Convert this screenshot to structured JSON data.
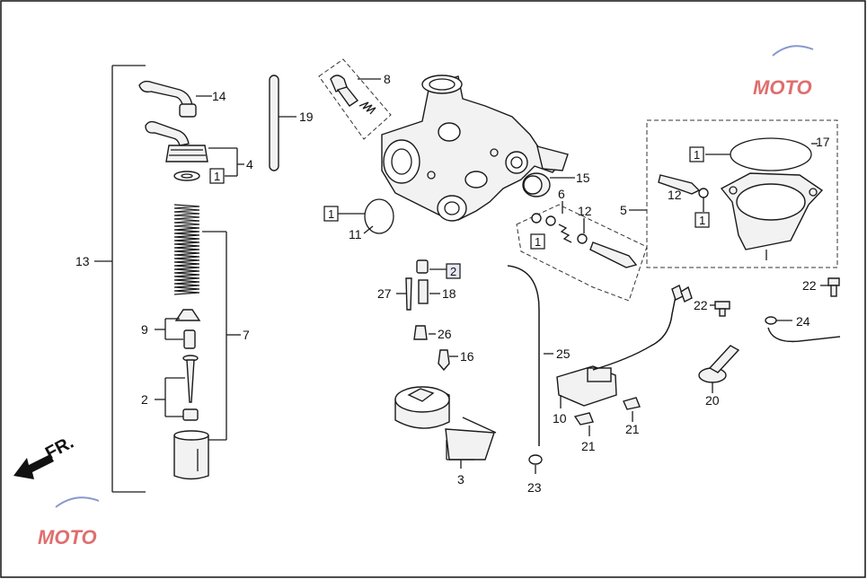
{
  "direction_label": "FR.",
  "watermark": {
    "brand": "MOTO",
    "accent": "#d84a4a",
    "accent2": "#6a7fc0"
  },
  "callouts": [
    "1",
    "2",
    "3",
    "4",
    "5",
    "6",
    "7",
    "8",
    "9",
    "10",
    "11",
    "12",
    "13",
    "14",
    "15",
    "16",
    "17",
    "18",
    "19",
    "20",
    "21",
    "22",
    "23",
    "24",
    "25",
    "26",
    "27"
  ],
  "boxed": {
    "kit1": "1",
    "kit2": "2"
  }
}
